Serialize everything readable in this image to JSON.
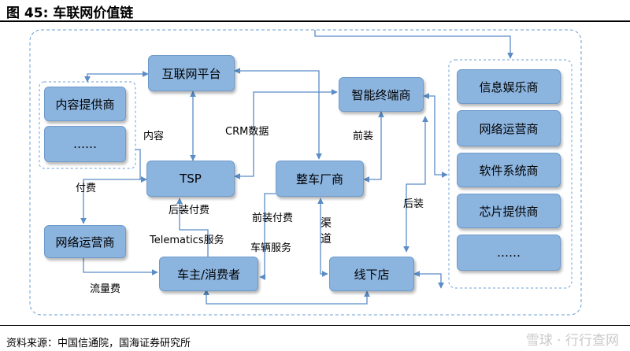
{
  "header": {
    "title": "图 45:  车联网价值链"
  },
  "nodes": {
    "internet_platform": "互联网平台",
    "content_provider": "内容提供商",
    "content_more": "……",
    "tsp": "TSP",
    "network_operator_left": "网络运营商",
    "car_owner": "车主/消费者",
    "smart_terminal": "智能终端商",
    "oem": "整车厂商",
    "offline_store": "线下店",
    "infotainment": "信息娱乐商",
    "network_operator_right": "网络运营商",
    "software_system": "软件系统商",
    "chip_provider": "芯片提供商",
    "right_more": "……"
  },
  "edge_labels": {
    "content": "内容",
    "crm_data": "CRM数据",
    "payment": "付费",
    "aftermarket_payment": "后装付费",
    "telematics_service": "Telematics服务",
    "traffic_fee": "流量费",
    "front_install": "前装",
    "front_install_payment": "前装付费",
    "vehicle_service": "车辆服务",
    "channel": "渠道",
    "after_install": "后装"
  },
  "footer": {
    "source": "资料来源：中国信通院，国海证券研究所",
    "watermark": "雪球 · 行行查网"
  },
  "colors": {
    "box_fill": "#8bb4df",
    "box_border": "#6f9bcb",
    "line": "#5b8cc6",
    "dash": "#6a9fd6"
  }
}
